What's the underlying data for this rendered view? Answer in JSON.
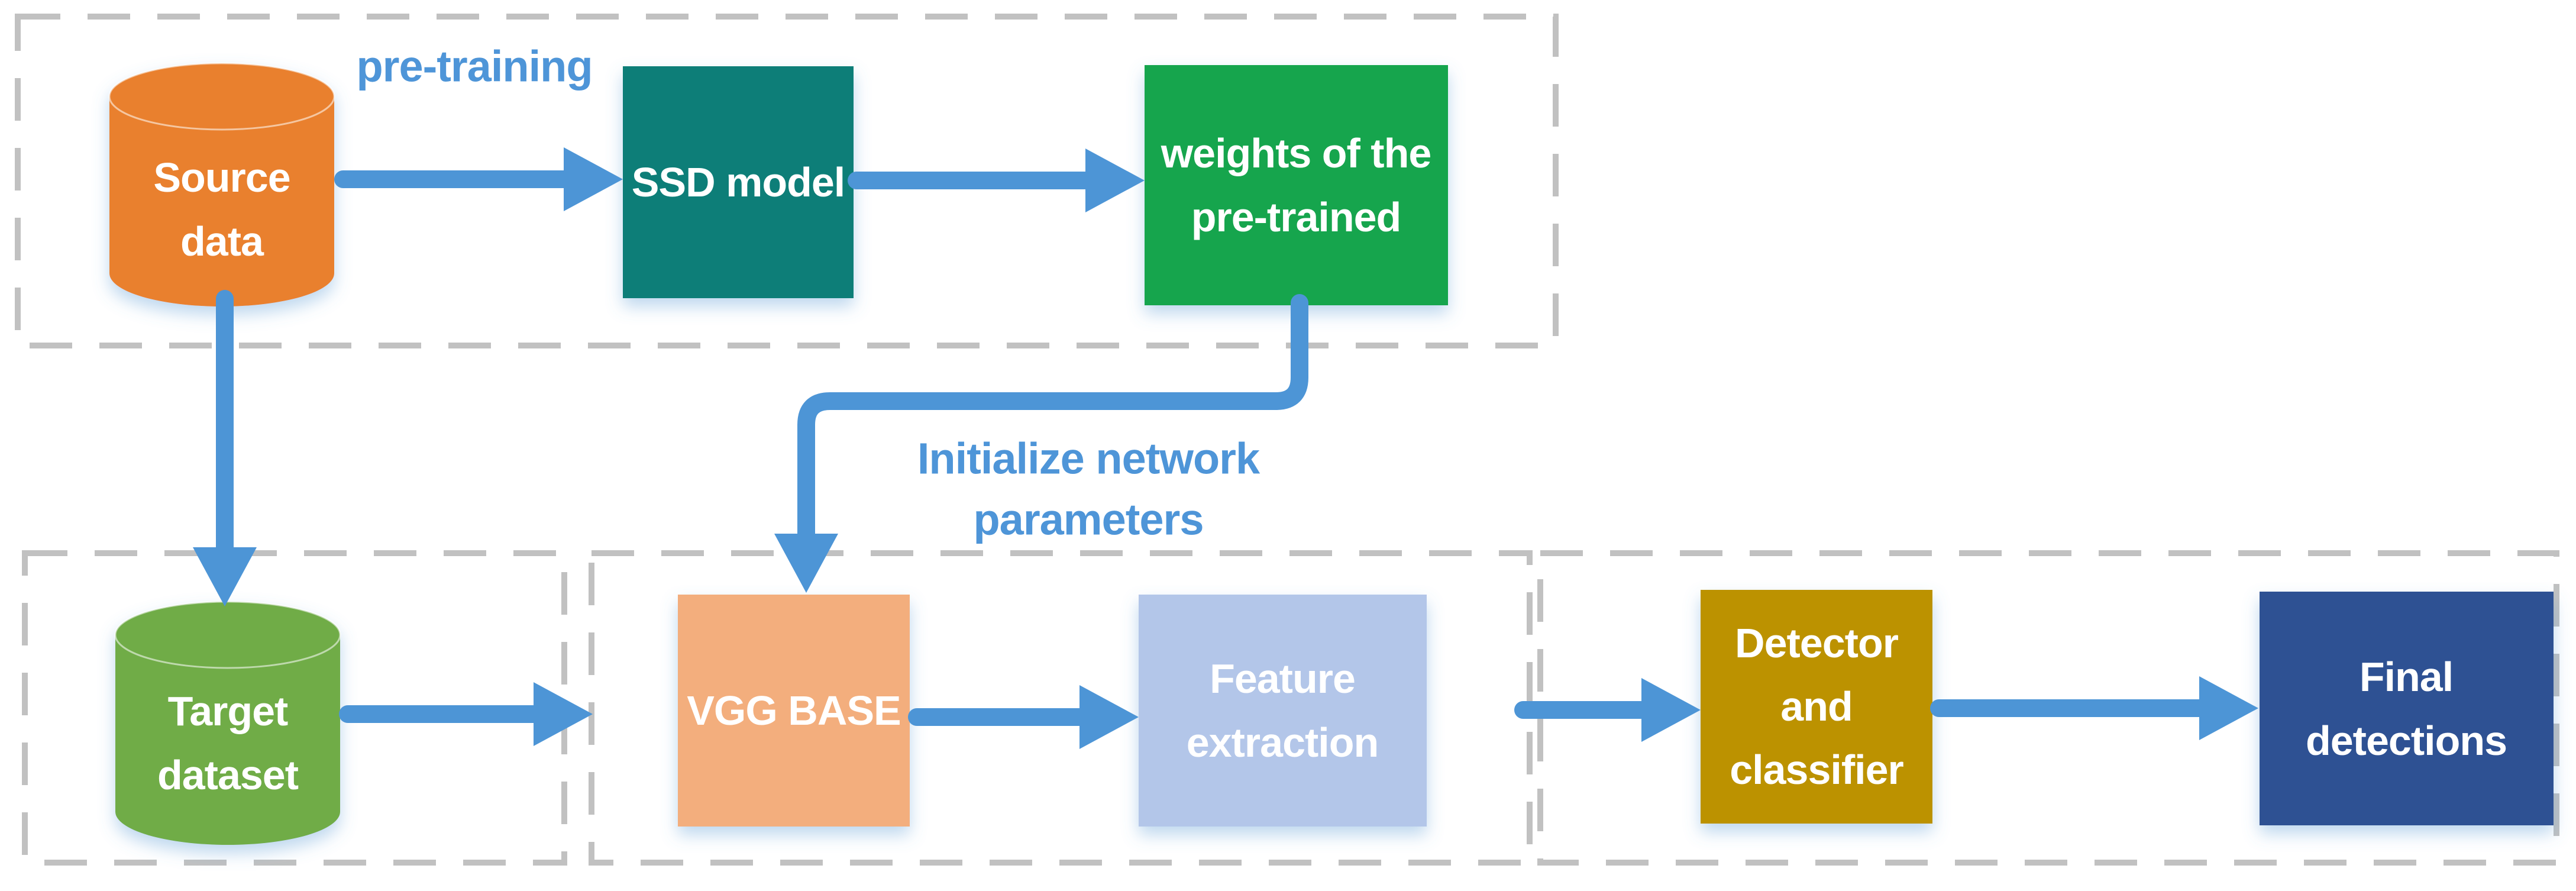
{
  "palette": {
    "arrow": "#4D95D6",
    "dashed_border": "#C1C1C1",
    "annotation_text": "#4E95D8",
    "node_text": "#FFFFFF"
  },
  "annotations": {
    "pre_training": "pre-training",
    "initialize_line1": "Initialize network",
    "initialize_line2": "parameters"
  },
  "nodes": {
    "source_data": {
      "shape": "cylinder",
      "fill": "#E9802E",
      "lines": [
        "Source",
        "data"
      ]
    },
    "ssd_model": {
      "shape": "rect",
      "fill": "#0A7E78",
      "lines": [
        "SSD model"
      ]
    },
    "pretrained_weights": {
      "shape": "rect",
      "fill": "#17A54D",
      "lines": [
        "weights of the",
        "pre-trained"
      ]
    },
    "target_dataset": {
      "shape": "cylinder",
      "fill": "#6FAC47",
      "lines": [
        "Target",
        "dataset"
      ]
    },
    "vgg_base": {
      "shape": "rect",
      "fill": "#F3AE7D",
      "lines": [
        "VGG BASE"
      ]
    },
    "feature_extraction": {
      "shape": "rect",
      "fill": "#B3C6E9",
      "lines": [
        "Feature",
        "extraction"
      ]
    },
    "detector_classifier": {
      "shape": "rect",
      "fill": "#BC9204",
      "lines": [
        "Detector",
        "and",
        "classifier"
      ]
    },
    "final_detections": {
      "shape": "rect",
      "fill": "#2E5193",
      "lines": [
        "Final",
        "detections"
      ]
    }
  }
}
